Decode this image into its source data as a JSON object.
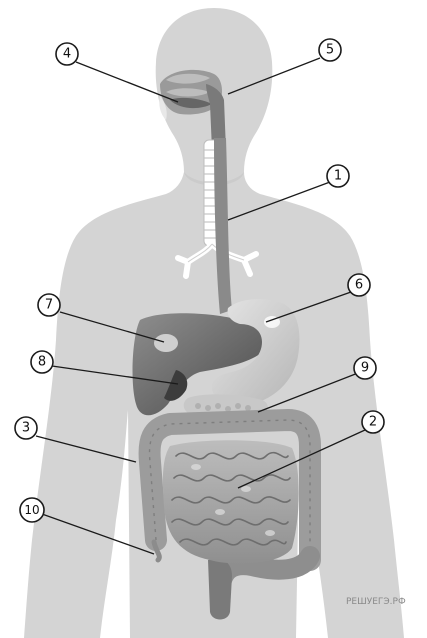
{
  "labels": [
    "1",
    "2",
    "3",
    "4",
    "5",
    "6",
    "7",
    "8",
    "9",
    "10"
  ],
  "watermark": "РЕШУЕГЭ.РФ"
}
